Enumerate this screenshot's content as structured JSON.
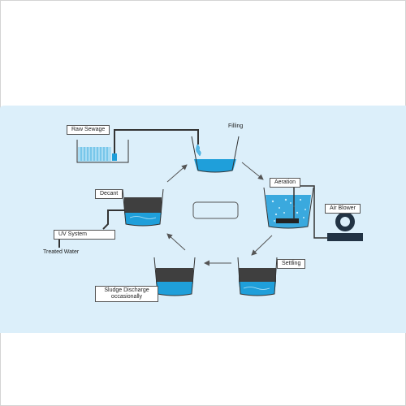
{
  "labels": {
    "raw_sewage": "Raw Sewage",
    "filling": "Filling",
    "aeration": "Aeration",
    "air_blower": "Air Blower",
    "settling": "Settling",
    "sludge_discharge_line1": "Sludge Discharge",
    "sludge_discharge_line2": "occasionally",
    "decant": "Decant",
    "uv_system": "UV System",
    "treated_water": "Treated Water"
  },
  "colors": {
    "background_panel": "#dceffa",
    "water": "#1f9fda",
    "water_light": "#7dcdf0",
    "sludge": "#3f3f3f",
    "tank_outline": "#333333",
    "pipe": "#333333",
    "arrow": "#555555",
    "blower": "#223344"
  }
}
